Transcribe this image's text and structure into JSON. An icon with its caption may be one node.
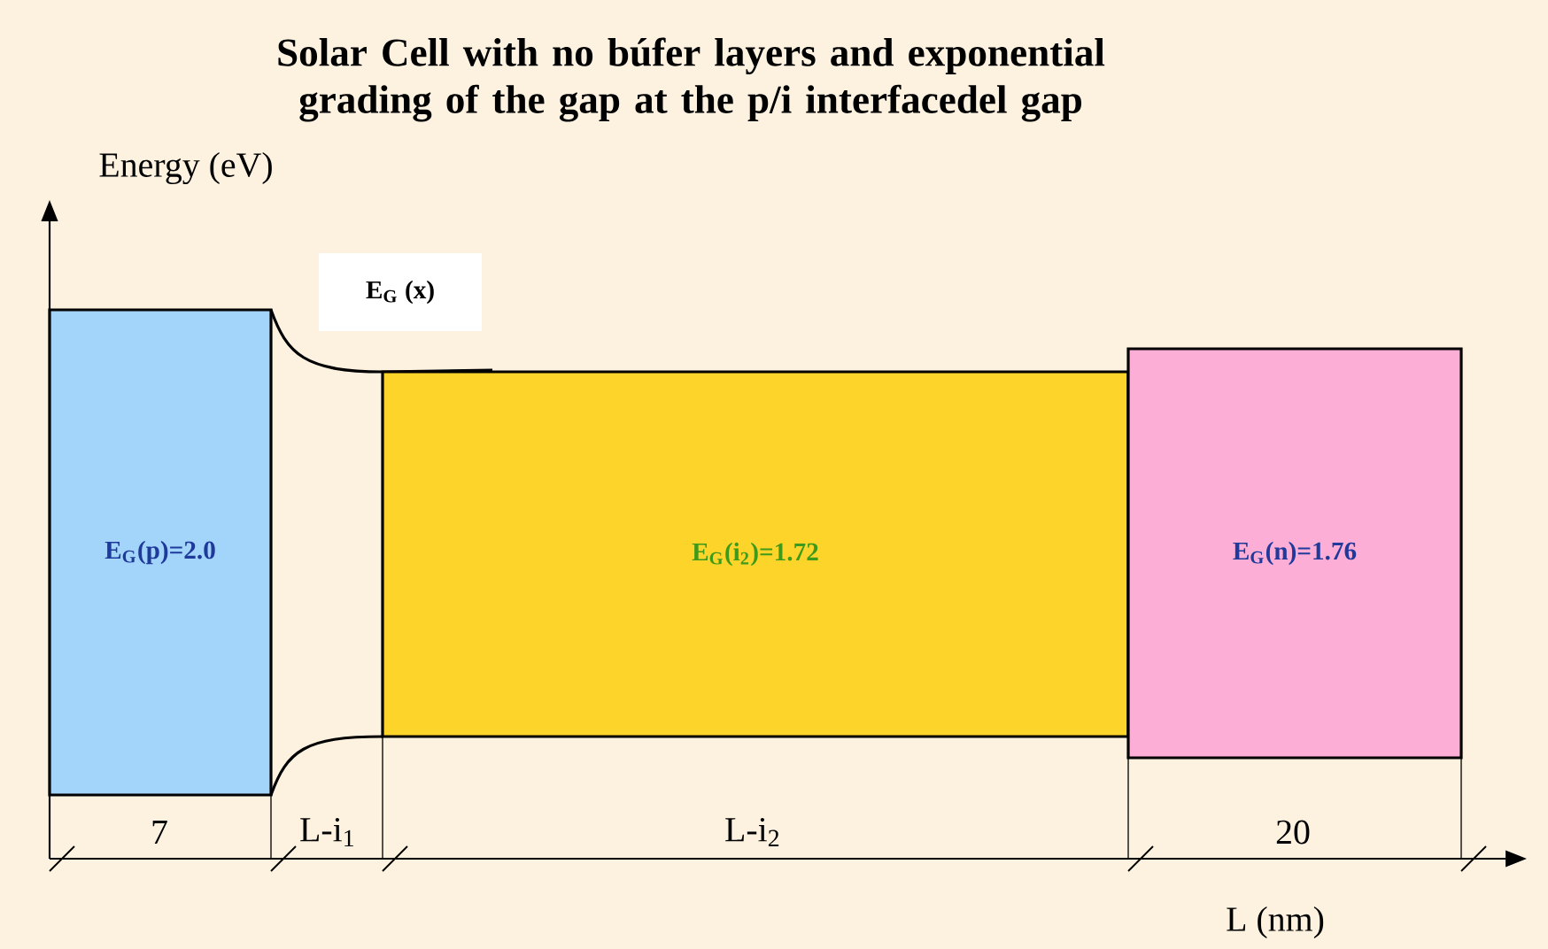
{
  "diagram": {
    "title": "Solar Cell with no búfer layers and exponential grading of the gap at the p/i interfacedel gap",
    "nodes": [
      {
        "text": [
          "E$_{G}$(p)=2.0"
        ]
      },
      {
        "text": [
          "E$_{G}$ (x)"
        ]
      },
      {
        "text": [
          "E$_{G}$(i$_{2}$)=1.72"
        ]
      },
      {
        "text": [
          "E$_{G}$(n)=1.76"
        ]
      }
    ],
    "labels": [
      "Energy (eV)",
      "7",
      "L-i$_{1}$",
      "L-i$_{2}$",
      "20",
      "L (nm)"
    ]
  }
}
